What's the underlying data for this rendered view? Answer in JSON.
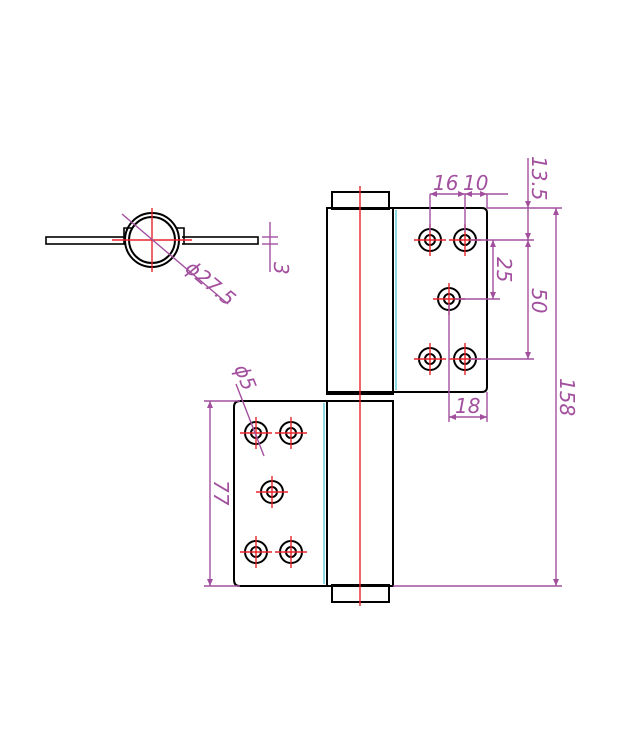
{
  "drawing": {
    "colors": {
      "object": "#000000",
      "center_line": "#e8242a",
      "dimension": "#a2509e",
      "edge_highlight": "#5ecbd6",
      "background": "#ffffff"
    },
    "dimensions": {
      "d_16": "16",
      "d_10": "10",
      "d_13_5": "13.5",
      "d_25": "25",
      "d_50": "50",
      "d_158": "158",
      "d_18": "18",
      "d_77": "77",
      "d_phi5": "ϕ5",
      "d_phi27_5": "ϕ27.5",
      "d_3": "3"
    }
  }
}
